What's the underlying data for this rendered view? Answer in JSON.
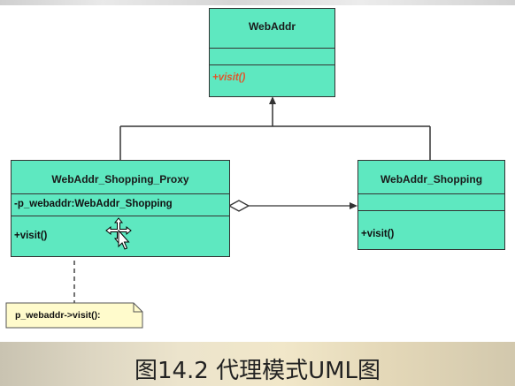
{
  "classes": {
    "webaddr": {
      "name": "WebAddr",
      "methods": [
        "+visit()"
      ]
    },
    "proxy": {
      "name": "WebAddr_Shopping_Proxy",
      "attributes": [
        "-p_webaddr:WebAddr_Shopping"
      ],
      "methods": [
        "+visit()"
      ]
    },
    "shopping": {
      "name": "WebAddr_Shopping",
      "methods": [
        "+visit()"
      ]
    }
  },
  "note": {
    "text": "p_webaddr->visit():"
  },
  "caption": "图14.2 代理模式UML图"
}
